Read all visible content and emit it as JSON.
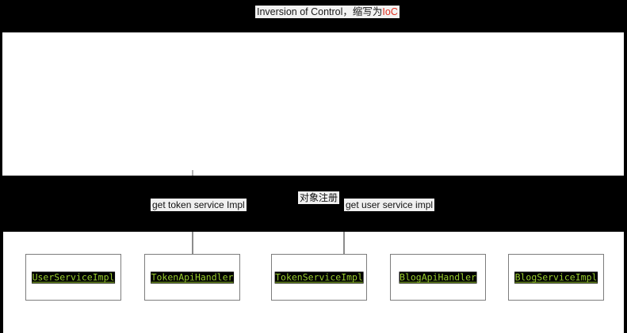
{
  "title": {
    "prefix": "Inversion of Control，缩写为",
    "accent": "IoC",
    "accent_color": "#e03020"
  },
  "theme": {
    "background": "#000000",
    "panel": "#ffffff",
    "node_border": "#7d7d7d",
    "node_text": "#9ace2e",
    "node_text_bg": "#000000",
    "connector": "#8c8c8c",
    "label_bg": "#f0f0f0",
    "label_text": "#111111"
  },
  "edges": [
    {
      "id": "get-token-service-impl",
      "label": "get token service Impl"
    },
    {
      "id": "object-register",
      "label": "对象注册"
    },
    {
      "id": "get-user-service-impl",
      "label": "get user service impl"
    }
  ],
  "nodes": [
    {
      "id": "user-service-impl",
      "label": "UserServiceImpl"
    },
    {
      "id": "token-api-handler",
      "label": "TokenApiHandler"
    },
    {
      "id": "token-service-impl",
      "label": "TokenServiceImpl"
    },
    {
      "id": "blog-api-handler",
      "label": "BlogApiHandler"
    },
    {
      "id": "blog-service-impl",
      "label": "BlogServiceImpl"
    }
  ]
}
